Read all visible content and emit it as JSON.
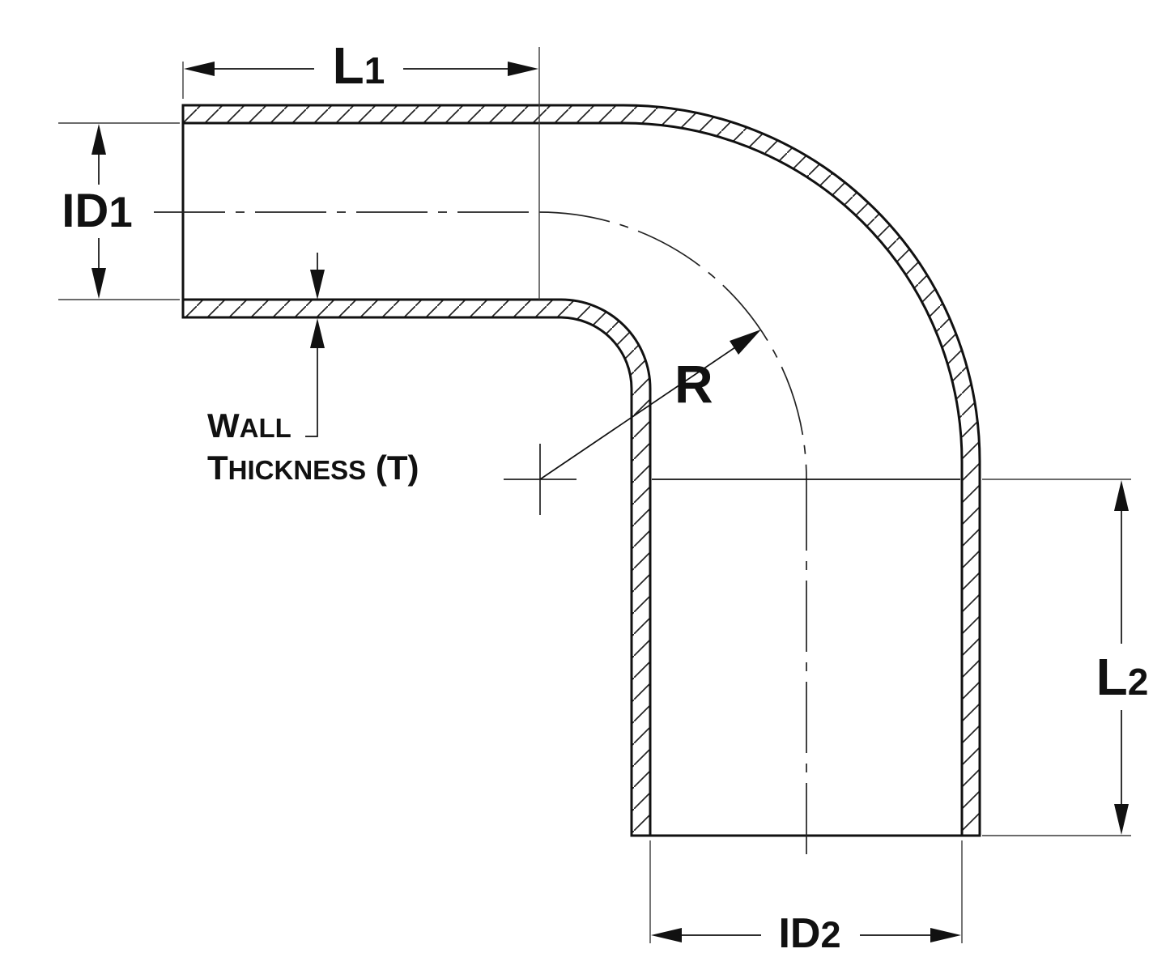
{
  "labels": {
    "l1": {
      "main": "L",
      "sub": "1"
    },
    "id1": {
      "main": "ID",
      "sub": "1"
    },
    "r": {
      "main": "R"
    },
    "l2": {
      "main": "L",
      "sub": "2"
    },
    "id2": {
      "main": "ID",
      "sub": "2"
    },
    "wall_thickness": {
      "line1_initial": "W",
      "line1_rest": "ALL",
      "line2_initial": "T",
      "line2_rest": "HICKNESS",
      "line2_suffix": " (T)"
    }
  },
  "colors": {
    "line": "#111111",
    "background": "#ffffff"
  }
}
